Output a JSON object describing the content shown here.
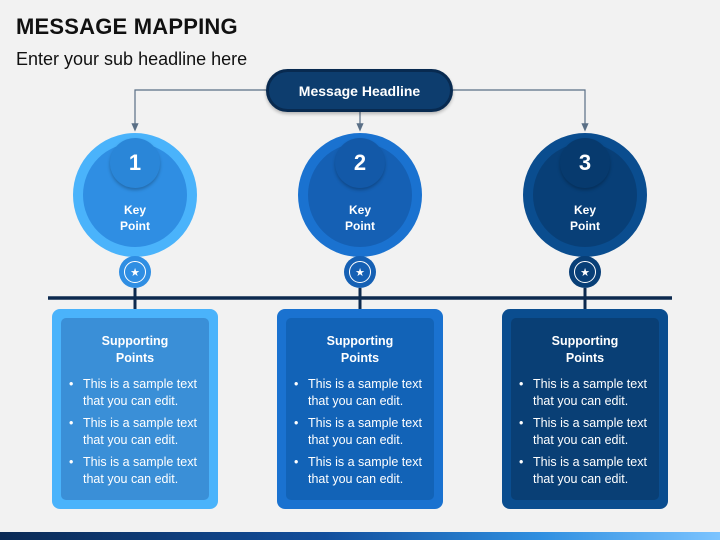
{
  "header": {
    "title": "MESSAGE MAPPING",
    "subtitle": "Enter your sub headline here"
  },
  "headline": {
    "label": "Message Headline"
  },
  "key_points": [
    {
      "number": "1",
      "label": "Key\nPoint",
      "outer": "#4ab3fb",
      "inner": "#2f8ee3",
      "num_bg": "#2a86d8"
    },
    {
      "number": "2",
      "label": "Key\nPoint",
      "outer": "#1a72d0",
      "inner": "#1560b4",
      "num_bg": "#1359a8"
    },
    {
      "number": "3",
      "label": "Key\nPoint",
      "outer": "#0a4d8f",
      "inner": "#083f77",
      "num_bg": "#073a6e"
    }
  ],
  "star_icon": "star-icon",
  "cards": [
    {
      "title": "Supporting\nPoints",
      "outer": "#4ab3fb",
      "inner": "#3a8fd7",
      "bullets": [
        "This is a sample text\nthat you can edit.",
        "This is a sample text\nthat you can edit.",
        "This is a sample text\nthat you can edit."
      ]
    },
    {
      "title": "Supporting\nPoints",
      "outer": "#1a72d0",
      "inner": "#1263b7",
      "bullets": [
        "This is a sample text\nthat you can edit.",
        "This is a sample text\nthat you can edit.",
        "This is a sample text\nthat you can edit."
      ]
    },
    {
      "title": "Supporting\nPoints",
      "outer": "#0a4d8f",
      "inner": "#093f75",
      "bullets": [
        "This is a sample text\nthat you can edit.",
        "This is a sample text\nthat you can edit.",
        "This is a sample text\nthat you can edit."
      ]
    }
  ],
  "colors": {
    "timeline": "#0d2a4f",
    "connector": "#5a6f86",
    "headline_bg": "#0d3d6e"
  }
}
